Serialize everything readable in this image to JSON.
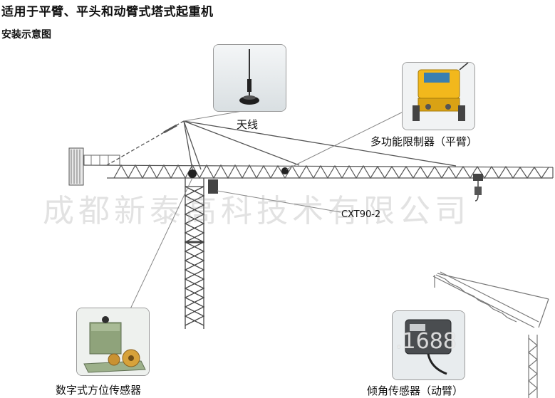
{
  "title": "适用于平臂、平头和动臂式塔式起重机",
  "subtitle": "安装示意图",
  "watermark": "成都新泰高科技术有限公司",
  "watermark2": ".1688",
  "labels": {
    "antenna": "天线",
    "limiter": "多功能限制器（平臂）",
    "cxt": "CXT90-2",
    "azimuth": "数字式方位传感器",
    "tilt": "倾角传感器（动臂）"
  },
  "colors": {
    "frame": "#555555",
    "panel_border": "#9a9a9a",
    "limiter_yellow": "#f2b81c",
    "sensor_green": "#8fa37b"
  }
}
